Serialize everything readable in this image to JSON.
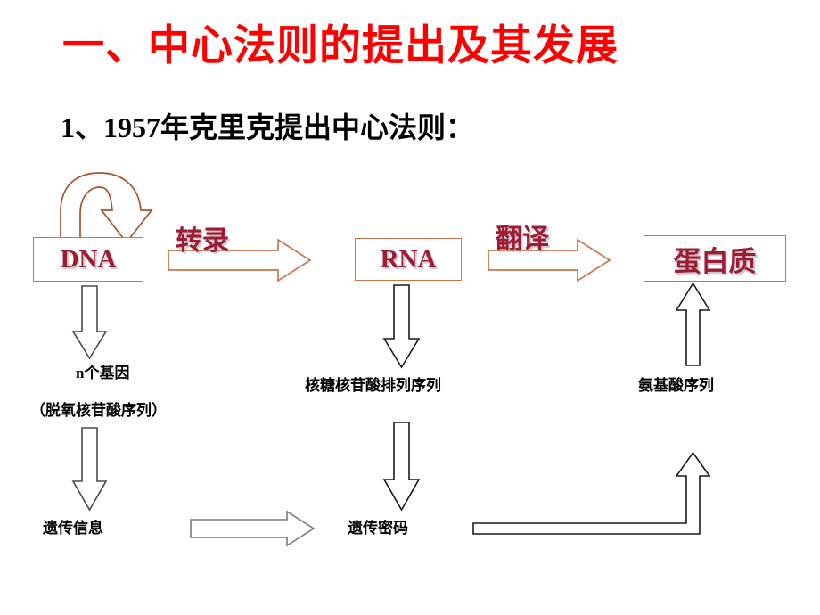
{
  "slide": {
    "title": "一、中心法则的提出及其发展",
    "subtitle": "1、1957年克里克提出中心法则：",
    "title_color": "#FF0000",
    "background_color": "#FFFFFF"
  },
  "diagram": {
    "nodes": [
      {
        "id": "dna",
        "label": "DNA",
        "text_color": "#9E1B34",
        "border_color": "#C8764A"
      },
      {
        "id": "rna",
        "label": "RNA",
        "text_color": "#9E1B34",
        "border_color": "#C8764A"
      },
      {
        "id": "protein",
        "label": "蛋白质",
        "text_color": "#9E1B34",
        "border_color": "#C8764A"
      }
    ],
    "stage_labels": [
      {
        "id": "transcription",
        "label": "转录",
        "color": "#9E1B34"
      },
      {
        "id": "translation",
        "label": "翻译",
        "color": "#9E1B34"
      }
    ],
    "captions": [
      {
        "id": "n-gene",
        "label": "n个基因"
      },
      {
        "id": "deoxy-seq",
        "label": "（脱氧核苷酸序列）"
      },
      {
        "id": "ribo-seq",
        "label": "核糖核苷酸排列序列"
      },
      {
        "id": "amino-seq",
        "label": "氨基酸序列"
      },
      {
        "id": "genetic-info",
        "label": "遗传信息"
      },
      {
        "id": "genetic-code",
        "label": "遗传密码"
      }
    ],
    "arrows": [
      {
        "id": "dna-self-replication",
        "kind": "curved-block-arrow",
        "color": "#A8522A",
        "from": "dna",
        "to": "dna"
      },
      {
        "id": "dna-to-rna",
        "kind": "block-arrow-right",
        "color": "#C8764A",
        "from": "dna",
        "to": "rna"
      },
      {
        "id": "rna-to-protein",
        "kind": "block-arrow-right",
        "color": "#C8764A",
        "from": "rna",
        "to": "protein"
      },
      {
        "id": "dna-down-1",
        "kind": "block-arrow-down",
        "color": "#4A4A4A"
      },
      {
        "id": "dna-down-2",
        "kind": "block-arrow-down",
        "color": "#4A4A4A"
      },
      {
        "id": "rna-down-1",
        "kind": "block-arrow-down",
        "color": "#1A1A1A"
      },
      {
        "id": "rna-down-2",
        "kind": "block-arrow-down",
        "color": "#1A1A1A"
      },
      {
        "id": "protein-up",
        "kind": "block-arrow-up",
        "color": "#1A1A1A"
      },
      {
        "id": "info-to-code",
        "kind": "block-arrow-right",
        "color": "#7A7A7A"
      },
      {
        "id": "code-to-protein-elbow",
        "kind": "elbow-arrow-up",
        "color": "#1A1A1A"
      }
    ]
  }
}
